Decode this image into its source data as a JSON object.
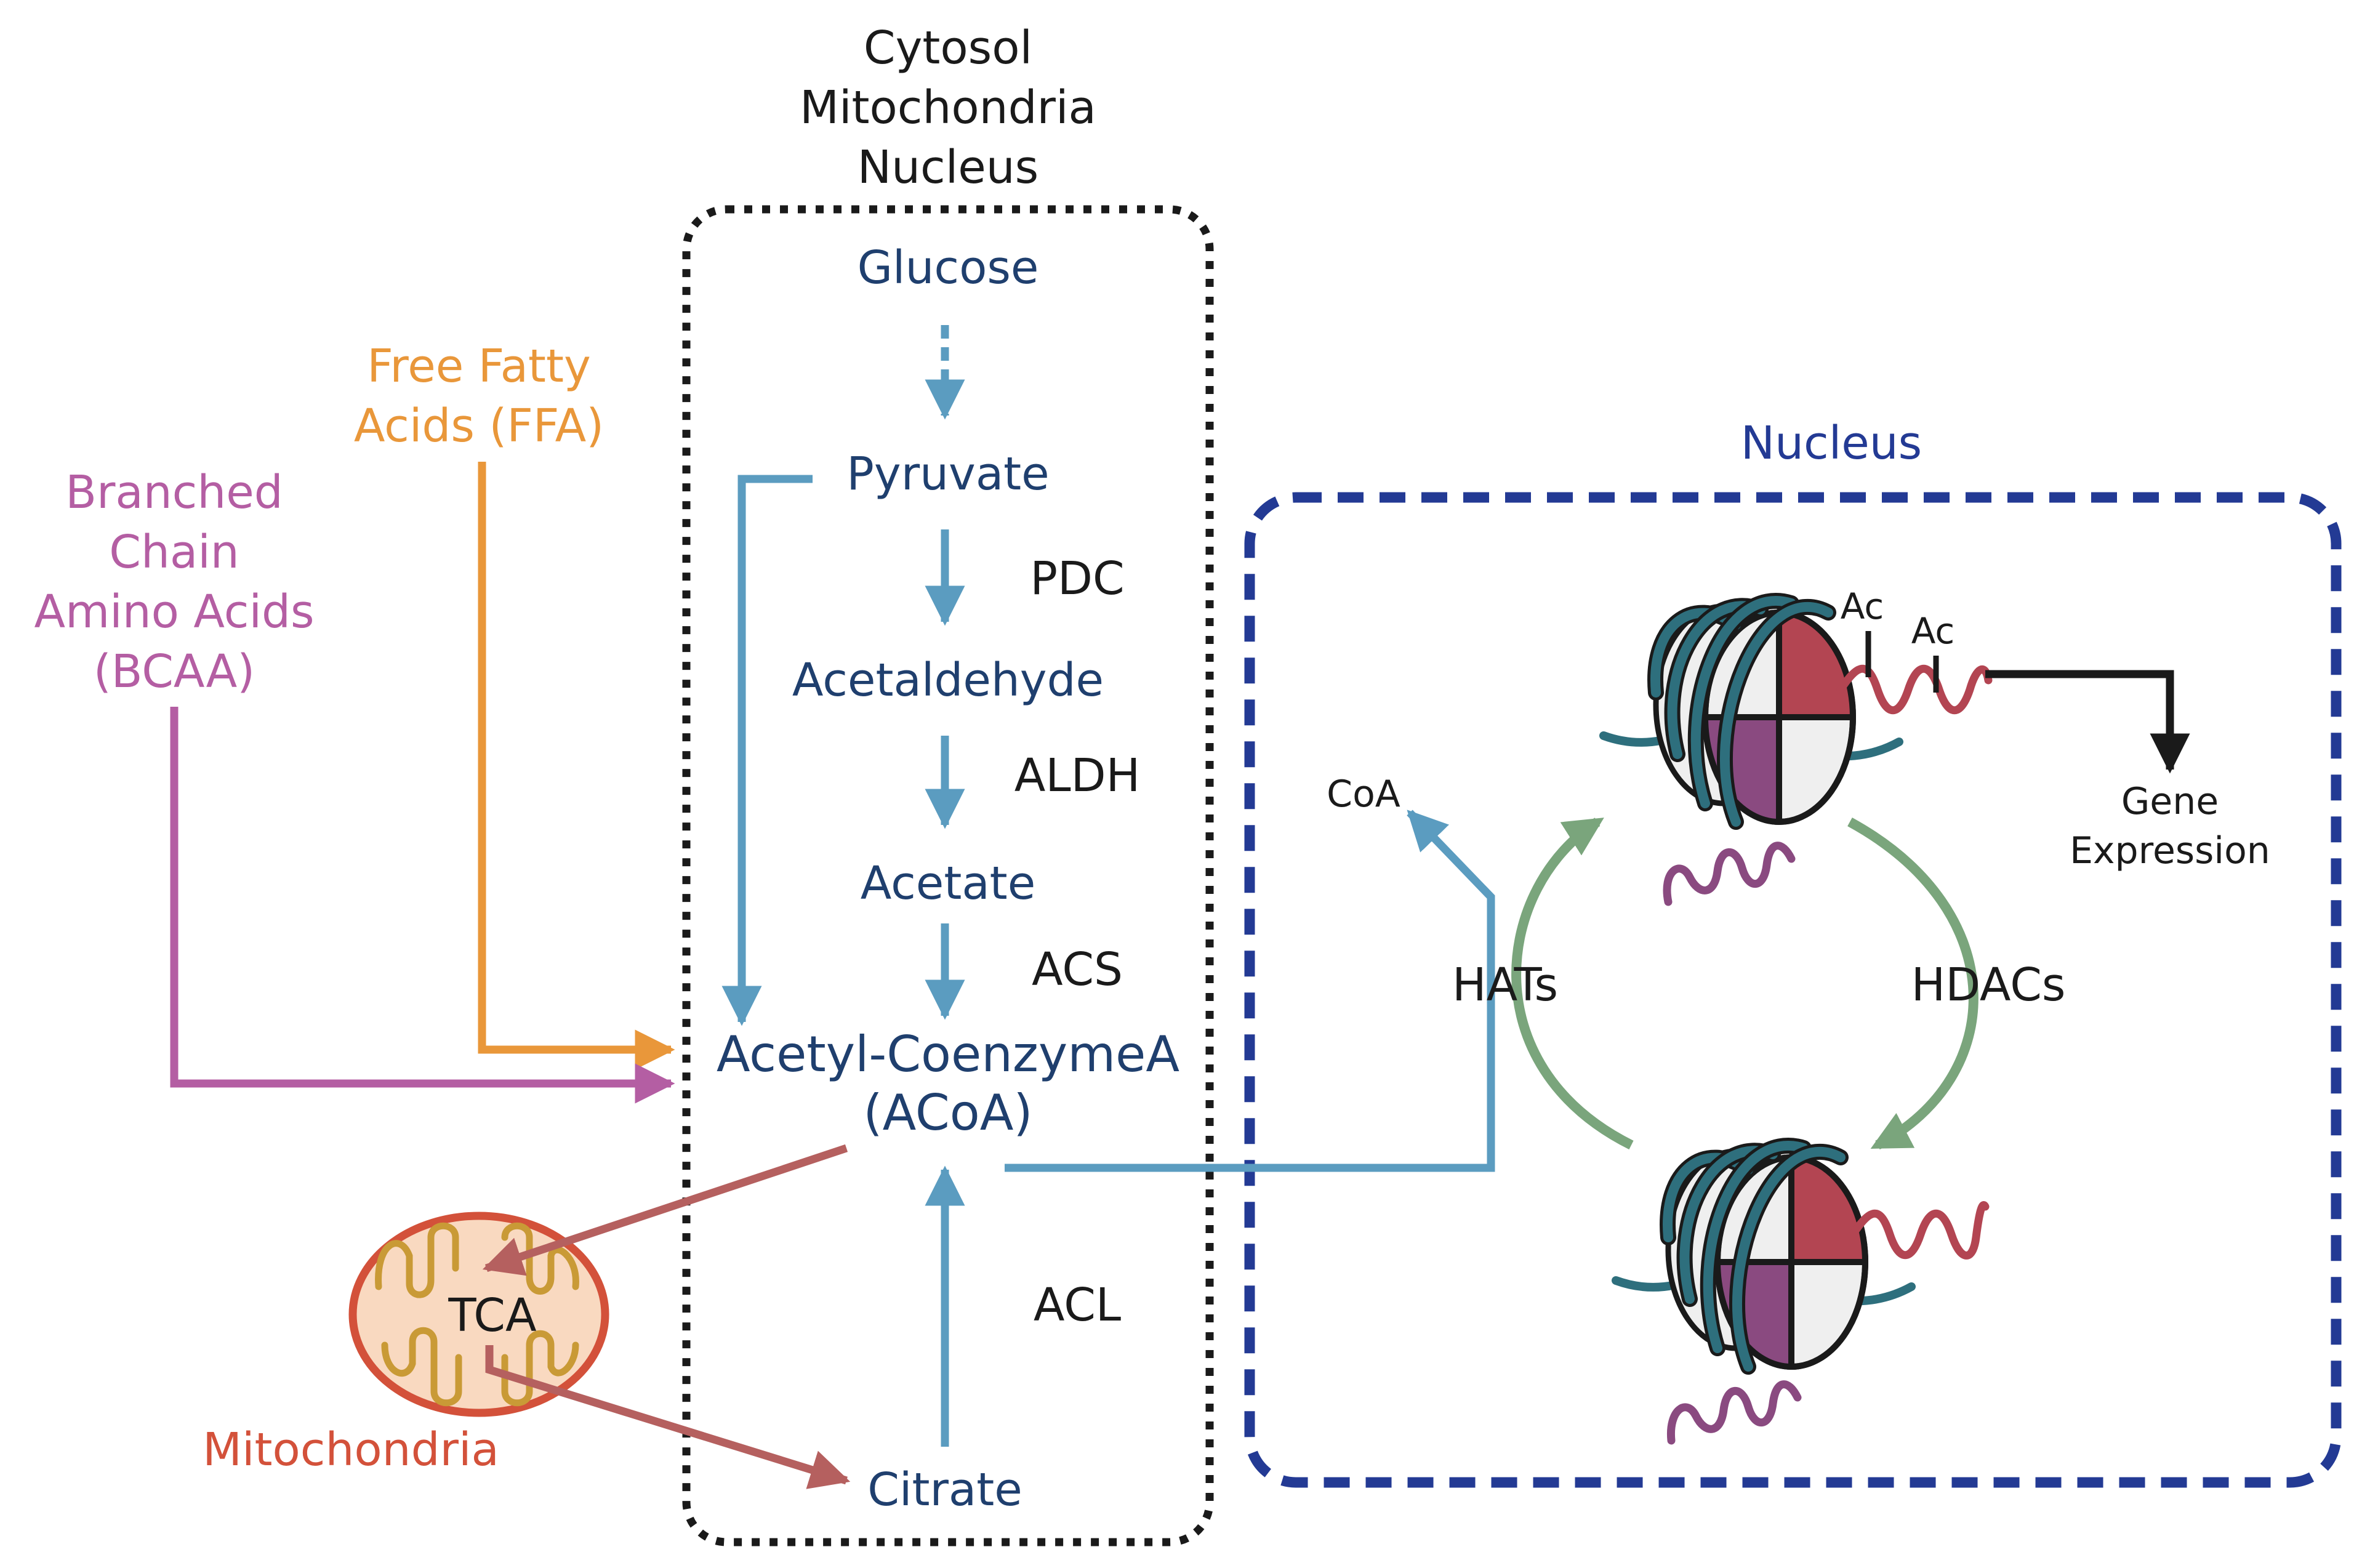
{
  "compartment_header": [
    "Cytosol",
    "Mitochondria",
    "Nucleus"
  ],
  "metabolites": {
    "glucose": "Glucose",
    "pyruvate": "Pyruvate",
    "acetaldehyde": "Acetaldehyde",
    "acetate": "Acetate",
    "acoa_line1": "Acetyl-CoenzymeA",
    "acoa_line2": "(ACoA)",
    "citrate": "Citrate"
  },
  "enzymes": {
    "pdc": "PDC",
    "aldh": "ALDH",
    "acs": "ACS",
    "acl": "ACL"
  },
  "ffa": [
    "Free Fatty",
    "Acids (FFA)"
  ],
  "bcaa": [
    "Branched",
    "Chain",
    "Amino Acids",
    "(BCAA)"
  ],
  "mitochondria": {
    "tca": "TCA",
    "label": "Mitochondria"
  },
  "nucleus": {
    "title": "Nucleus",
    "coa": "CoA",
    "hats": "HATs",
    "hdacs": "HDACs",
    "ac1": "Ac",
    "ac2": "Ac",
    "gene_expression": [
      "Gene",
      "Expression"
    ]
  },
  "colors": {
    "metabolite": "#1f3f6e",
    "arrow_blue": "#5b9cc0",
    "ffa": "#e9973a",
    "bcaa": "#b45ea3",
    "mito_outline": "#d3513a",
    "mito_fill": "#f9d9c0",
    "cristae": "#c99a36",
    "mito_arrow": "#b5605f",
    "nucleus_border": "#233a94",
    "cycle_green": "#7aa57c",
    "dna": "#2e6f7d",
    "histone_red": "#b34552",
    "histone_purple": "#8a4a80",
    "histone_white": "#efefef",
    "tail_red": "#b34552",
    "tail_purple": "#8a4a80"
  }
}
